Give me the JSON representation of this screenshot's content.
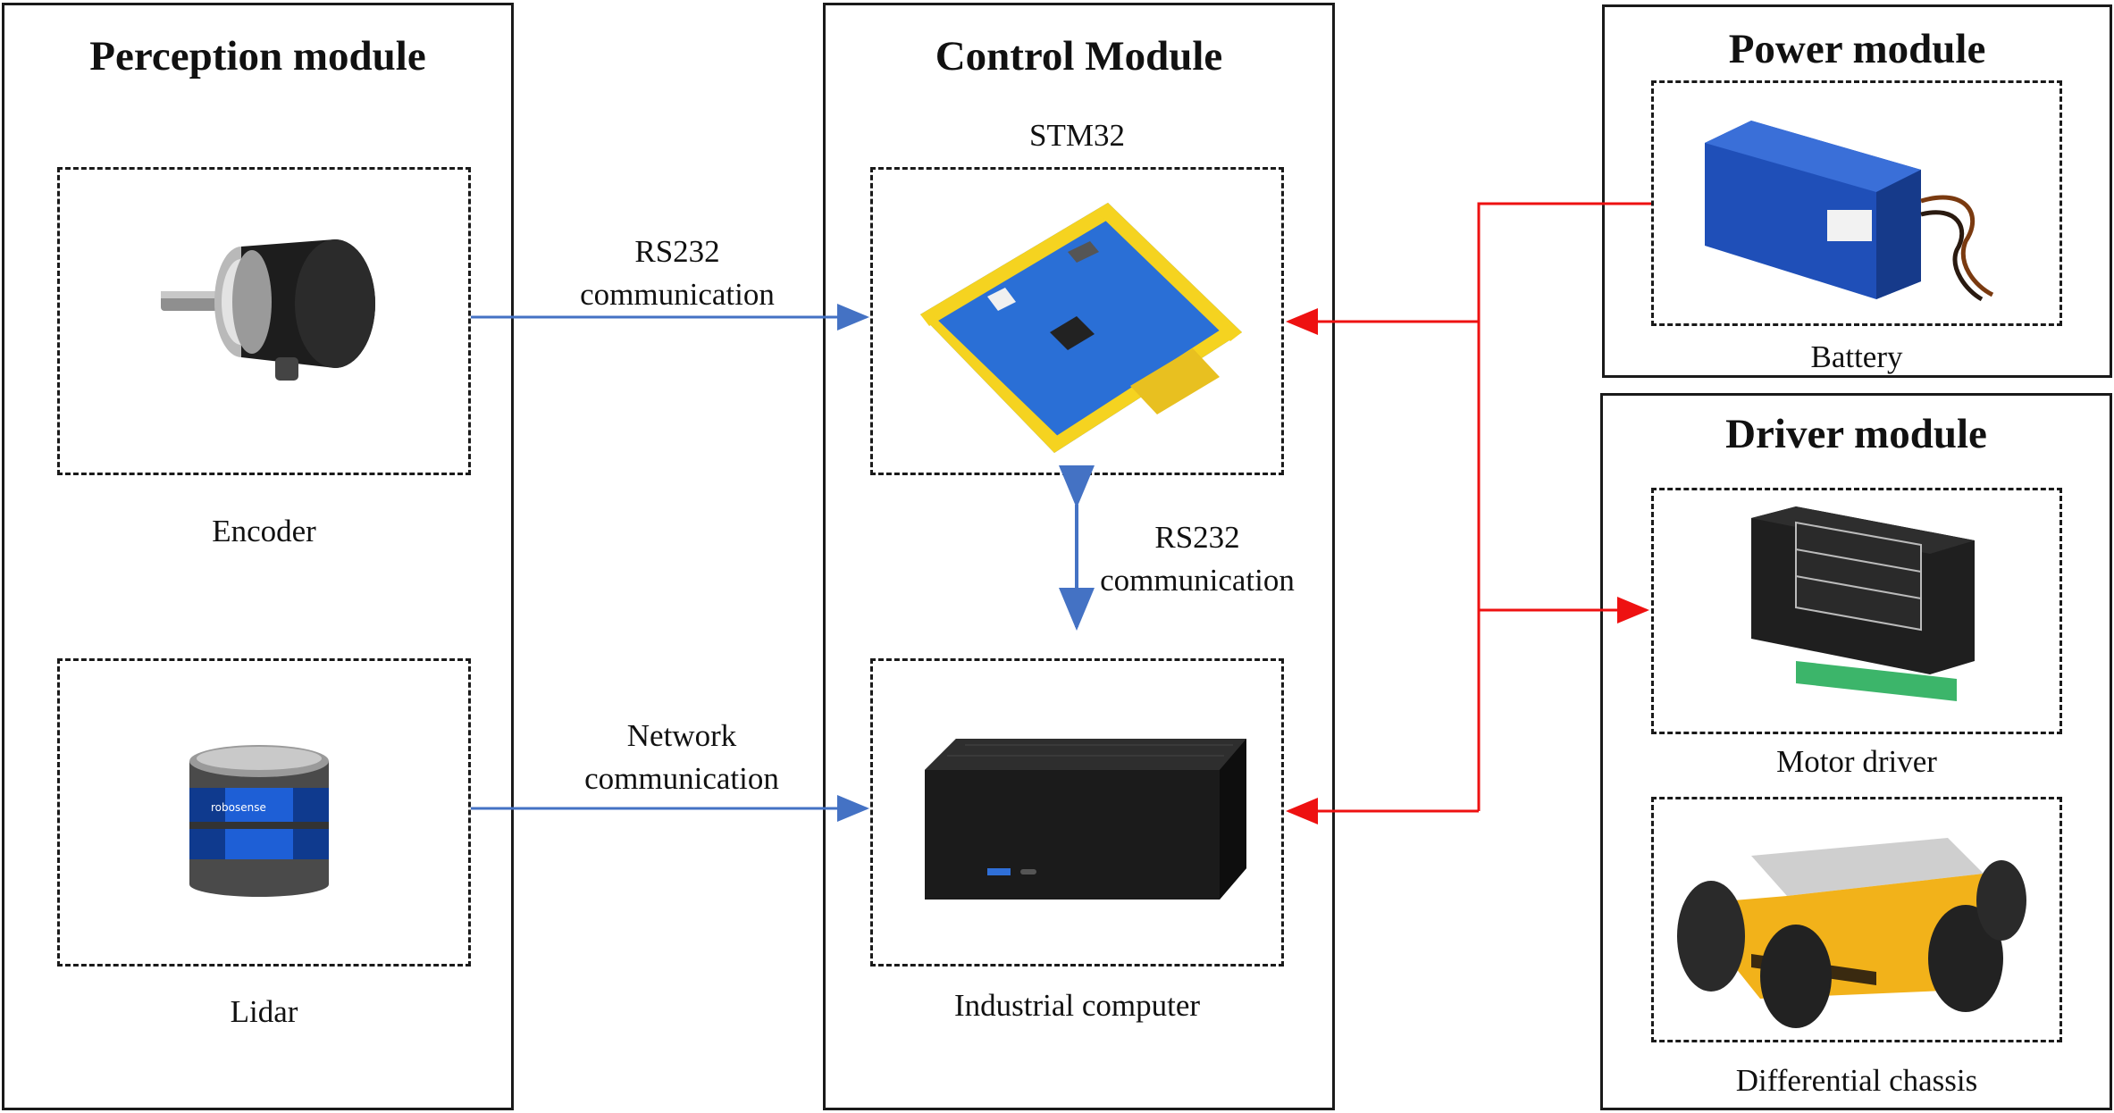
{
  "modules": {
    "perception": {
      "title": "Perception module",
      "encoder_label": "Encoder",
      "lidar_label": "Lidar"
    },
    "control": {
      "title": "Control Module",
      "stm32_label": "STM32",
      "computer_label": "Industrial computer"
    },
    "power": {
      "title": "Power module",
      "battery_label": "Battery"
    },
    "driver": {
      "title": "Driver module",
      "motor_label": "Motor driver",
      "chassis_label": "Differential chassis"
    }
  },
  "links": {
    "encoder_stm32": {
      "line1": "RS232",
      "line2": "communication"
    },
    "stm32_computer": {
      "line1": "RS232",
      "line2": "communication"
    },
    "lidar_computer": {
      "line1": "Network",
      "line2": "communication"
    }
  },
  "device_marks": {
    "lidar_brand": "robosense"
  },
  "colors": {
    "data_link": "#4472c4",
    "power_link": "#ee1111",
    "border": "#1a1a1a"
  }
}
